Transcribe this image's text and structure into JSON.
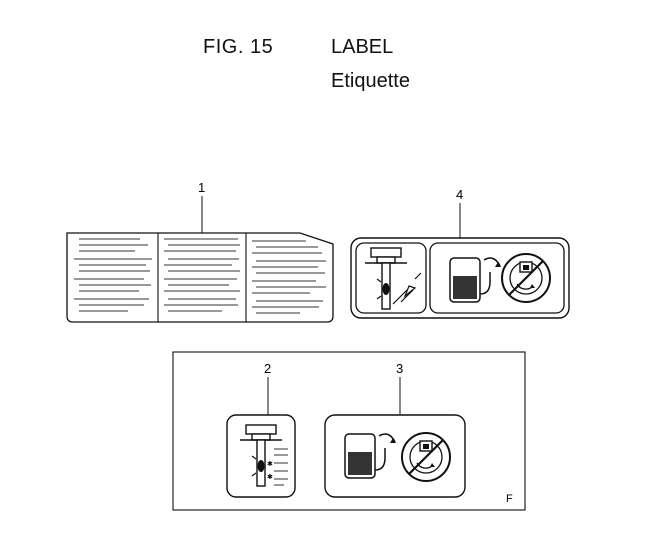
{
  "header": {
    "fig_number": "FIG. 15",
    "title": "LABEL",
    "subtitle": "Etiquette"
  },
  "callouts": {
    "label_1": "1",
    "label_2": "2",
    "label_3": "3",
    "label_4": "4"
  },
  "frame": {
    "corner_letter": "F"
  },
  "icons": {
    "dipstick": "oil-dipstick-icon",
    "fuel": "fuel-pump-icon",
    "no_rotate": "no-turn-cap-icon"
  }
}
